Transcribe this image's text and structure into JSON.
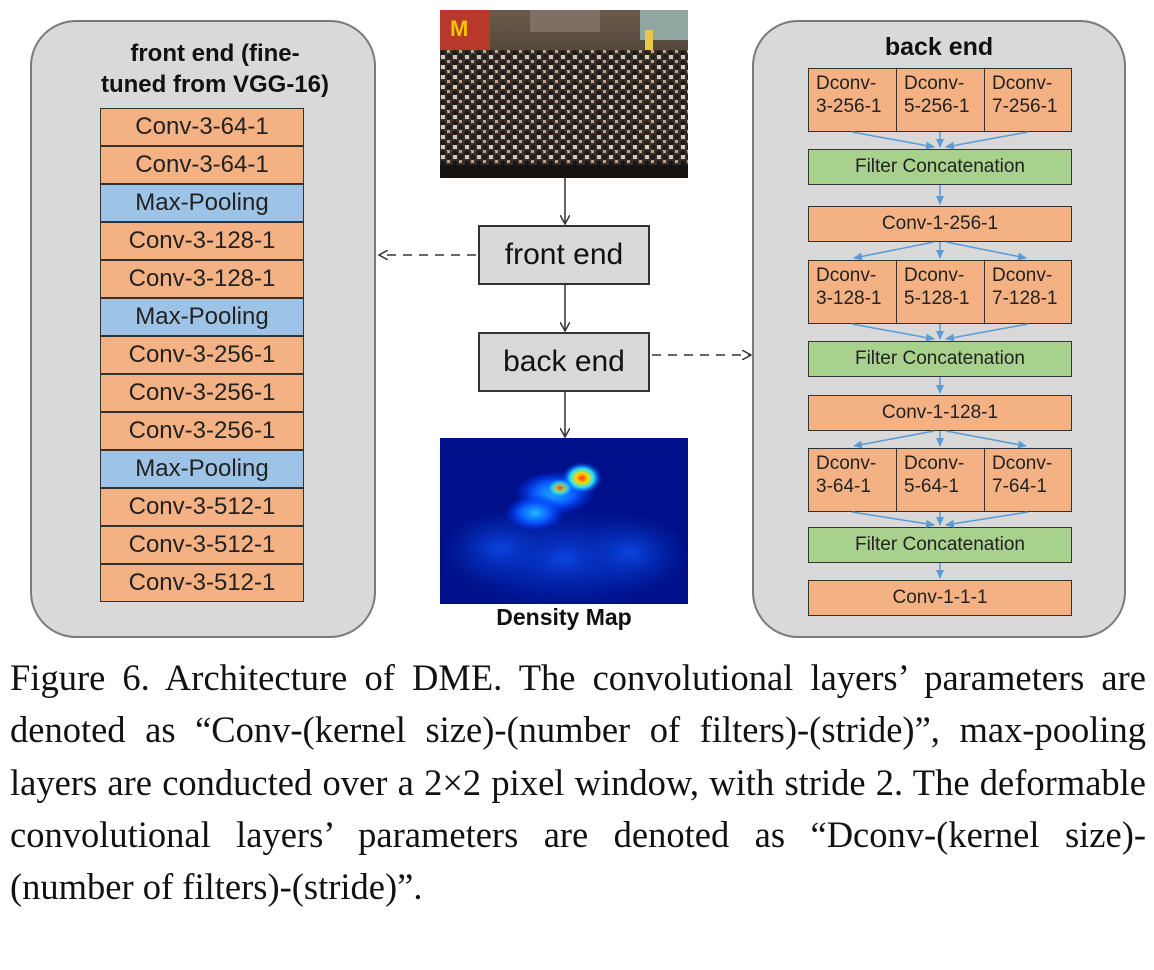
{
  "front_end": {
    "title_line1": "front end (fine-",
    "title_line2": "tuned from VGG-16)",
    "layers": [
      {
        "label": "Conv-3-64-1",
        "kind": "conv"
      },
      {
        "label": "Conv-3-64-1",
        "kind": "conv"
      },
      {
        "label": "Max-Pooling",
        "kind": "pool"
      },
      {
        "label": "Conv-3-128-1",
        "kind": "conv"
      },
      {
        "label": "Conv-3-128-1",
        "kind": "conv"
      },
      {
        "label": "Max-Pooling",
        "kind": "pool"
      },
      {
        "label": "Conv-3-256-1",
        "kind": "conv"
      },
      {
        "label": "Conv-3-256-1",
        "kind": "conv"
      },
      {
        "label": "Conv-3-256-1",
        "kind": "conv"
      },
      {
        "label": "Max-Pooling",
        "kind": "pool"
      },
      {
        "label": "Conv-3-512-1",
        "kind": "conv"
      },
      {
        "label": "Conv-3-512-1",
        "kind": "conv"
      },
      {
        "label": "Conv-3-512-1",
        "kind": "conv"
      }
    ]
  },
  "center": {
    "front_end_label": "front end",
    "back_end_label": "back end",
    "density_map_label": "Density Map",
    "input_image": "crowd-photo",
    "output_image": "density-heatmap"
  },
  "back_end": {
    "title": "back end",
    "block1": [
      "Dconv-\n3-256-1",
      "Dconv-\n5-256-1",
      "Dconv-\n7-256-1"
    ],
    "concat1": "Filter Concatenation",
    "conv1": "Conv-1-256-1",
    "block2": [
      "Dconv-\n3-128-1",
      "Dconv-\n5-128-1",
      "Dconv-\n7-128-1"
    ],
    "concat2": "Filter Concatenation",
    "conv2": "Conv-1-128-1",
    "block3": [
      "Dconv-\n3-64-1",
      "Dconv-\n5-64-1",
      "Dconv-\n7-64-1"
    ],
    "concat3": "Filter Concatenation",
    "conv3": "Conv-1-1-1"
  },
  "colors": {
    "conv": "#f4b183",
    "pool": "#9dc3e6",
    "concat": "#a9d18e",
    "panel": "#d9d9d9",
    "arrow_blue": "#5b9bd5"
  },
  "caption": "Figure 6. Architecture of DME. The convolutional layers’ parameters are denoted as “Conv-(kernel size)-(number of filters)-(stride)”, max-pooling layers are conducted over a 2×2 pixel window, with stride 2. The deformable convolutional layers’ parameters are denoted as “Dconv-(kernel size)-(number of filters)-(stride)”."
}
